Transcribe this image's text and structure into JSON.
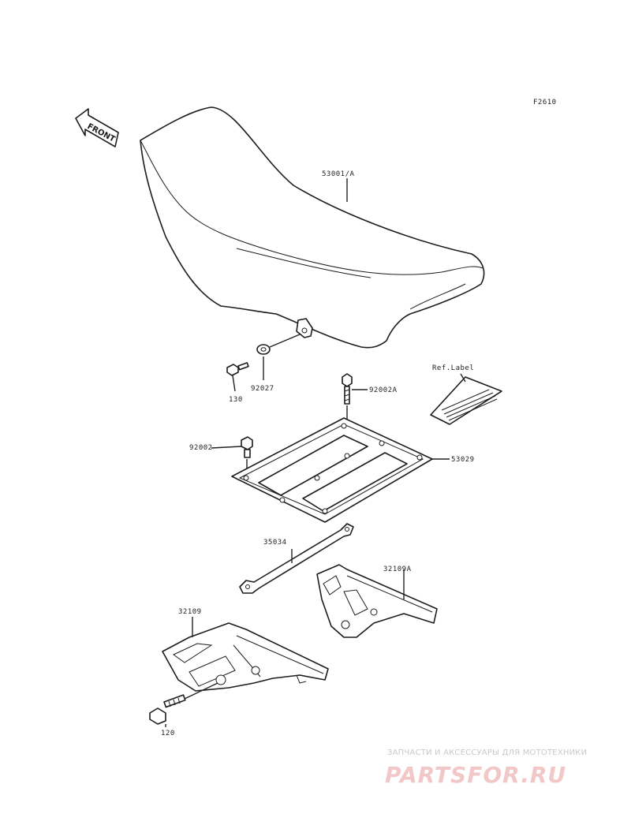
{
  "figure_code": "F2610",
  "front_label": "FRONT",
  "ref_label": "Ref.Label",
  "parts": [
    {
      "key": "seat",
      "number": "53001/A"
    },
    {
      "key": "washer",
      "number": "92027"
    },
    {
      "key": "bolt-small",
      "number": "130"
    },
    {
      "key": "bolt-top",
      "number": "92002A"
    },
    {
      "key": "bolt-left",
      "number": "92002"
    },
    {
      "key": "seat-base-plate",
      "number": "53029"
    },
    {
      "key": "stay",
      "number": "35034"
    },
    {
      "key": "bracket-right",
      "number": "32109A"
    },
    {
      "key": "bracket-left",
      "number": "32109"
    },
    {
      "key": "bolt-bottom",
      "number": "120"
    }
  ],
  "watermark": {
    "subtitle": "ЗАПЧАСТИ И АКСЕССУАРЫ ДЛЯ МОТОТЕХНИКИ",
    "logo": "PARTSFOR.RU"
  }
}
